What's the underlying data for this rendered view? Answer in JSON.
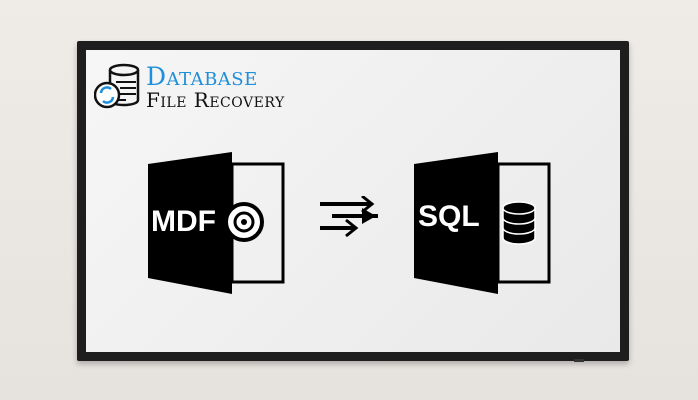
{
  "logo": {
    "line1": "Database",
    "line2": "File Recovery"
  },
  "source": {
    "label": "MDF"
  },
  "target": {
    "label": "SQL"
  },
  "colors": {
    "brand": "#1e8fd9",
    "icon": "#000000"
  }
}
